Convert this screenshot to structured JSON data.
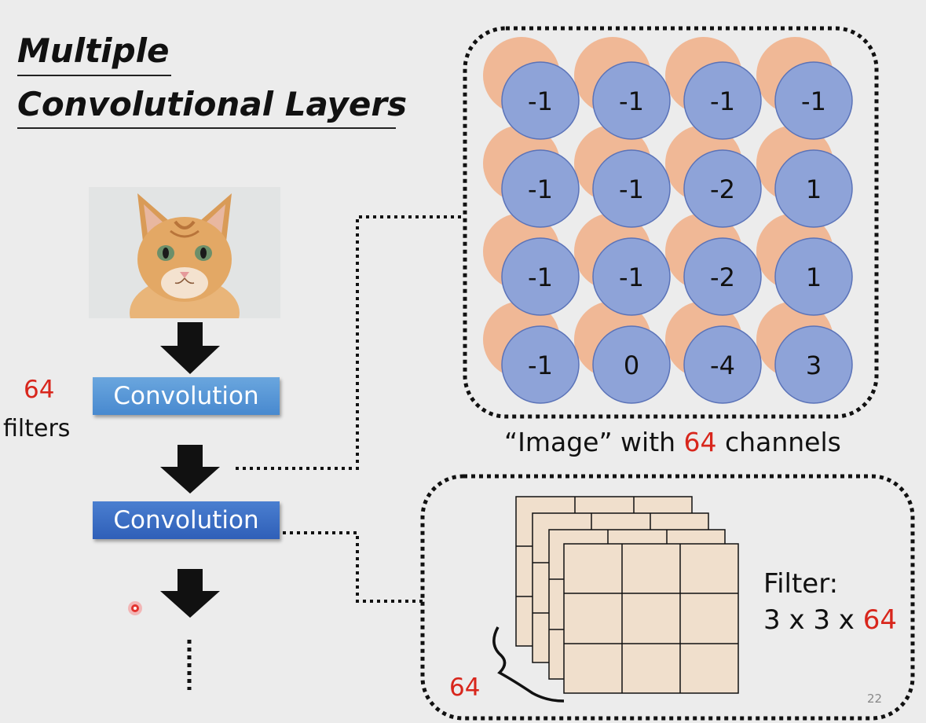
{
  "slide": {
    "title_line1": "Multiple",
    "title_line2": "Convolutional Layers",
    "page_number": "22"
  },
  "pipeline": {
    "conv1_label": "Convolution",
    "conv2_label": "Convolution",
    "filters_count": "64",
    "filters_word": "filters"
  },
  "feature_map": {
    "values": [
      [
        "-1",
        "-1",
        "-1",
        "-1"
      ],
      [
        "-1",
        "-1",
        "-2",
        "1"
      ],
      [
        "-1",
        "-1",
        "-2",
        "1"
      ],
      [
        "-1",
        "0",
        "-4",
        "3"
      ]
    ],
    "caption_prefix": "“Image” with ",
    "caption_number": "64",
    "caption_suffix": " channels"
  },
  "filter": {
    "label_line1": "Filter:",
    "label_line2_prefix": "3 x 3 x ",
    "label_line2_number": "64",
    "depth_label": "64"
  },
  "colors": {
    "accent_red": "#d8261c",
    "blue_circle": "#8ea3d8",
    "orange_circle": "#f0b896",
    "filter_cell": "#f0dfcc"
  }
}
